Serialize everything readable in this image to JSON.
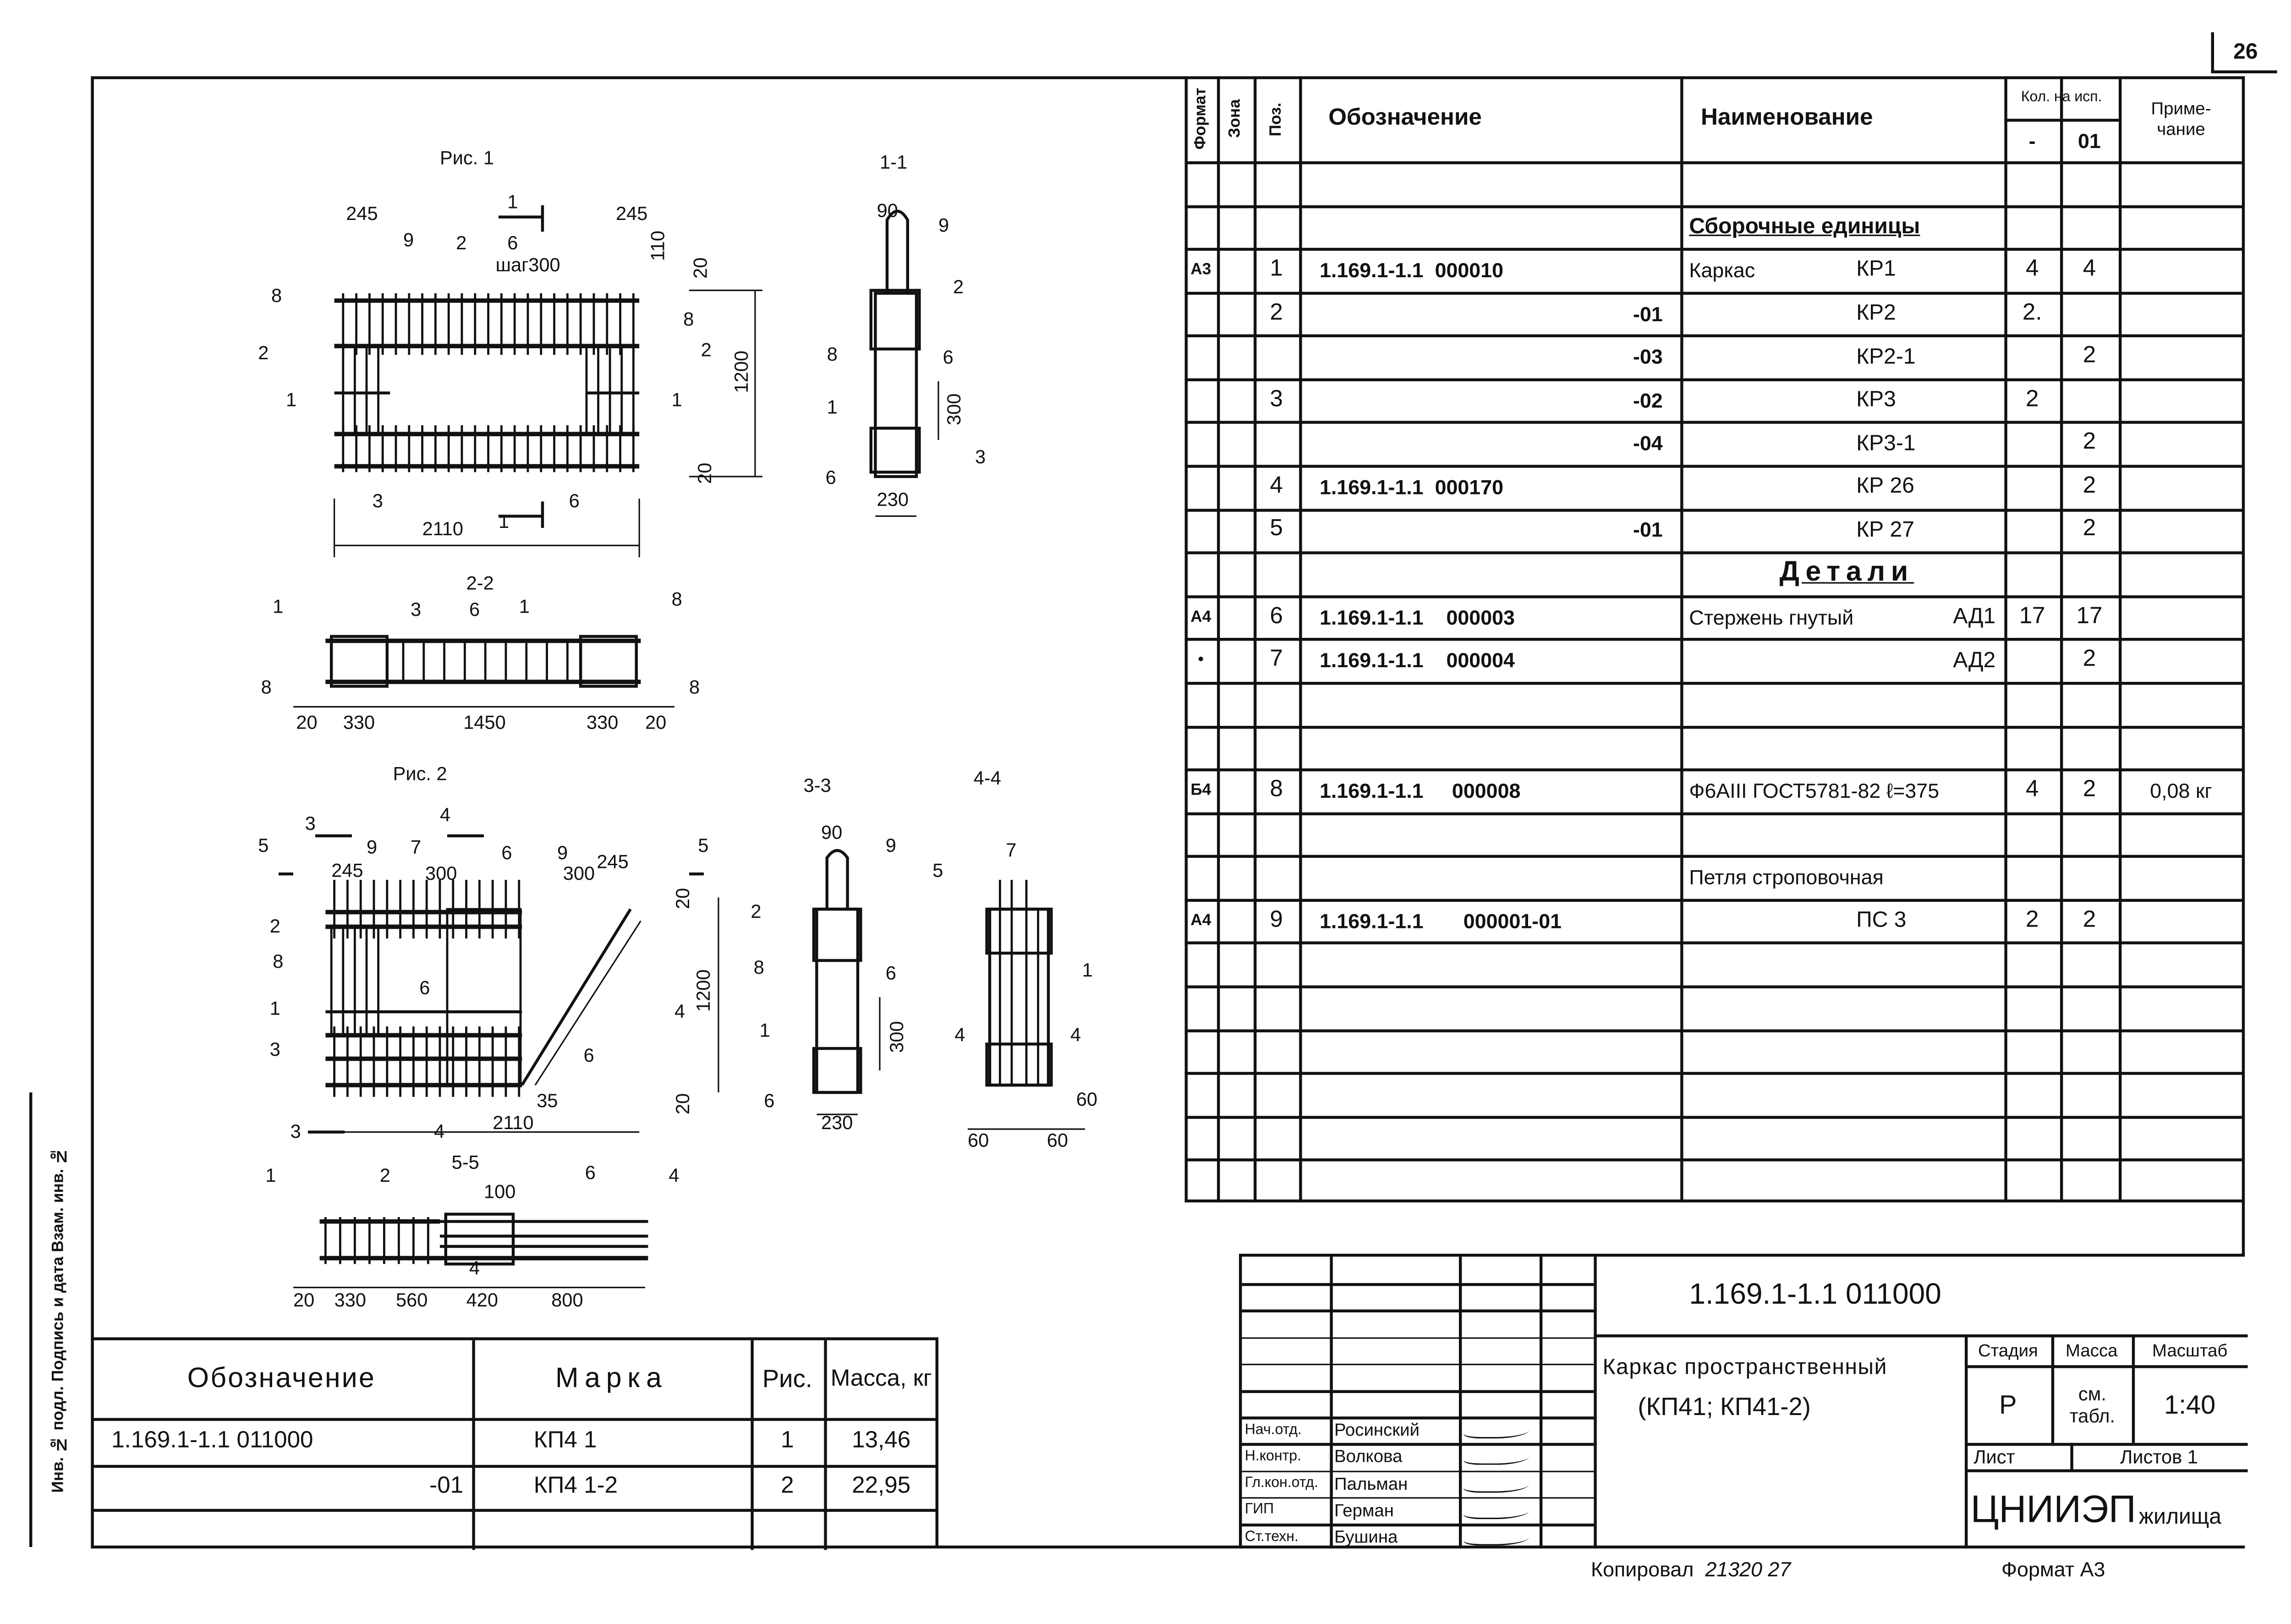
{
  "page_number": "26",
  "side_strip": "Инв. № подл.  Подпись и дата  Взам. инв. №",
  "spec": {
    "headers": {
      "format": "Формат",
      "zone": "Зона",
      "pos": "Поз.",
      "designation": "Обозначение",
      "name": "Наименование",
      "qty": "Кол. на исп.",
      "qty_a": "-",
      "qty_b": "01",
      "note": "Приме-чание"
    },
    "rows": [
      {},
      {
        "heading": "Сборочные единицы"
      },
      {
        "format": "А3",
        "pos": "1",
        "designation": "1.169.1-1.1  000010",
        "name": "Каркас",
        "mark": "КР1",
        "qty_a": "4",
        "qty_b": "4"
      },
      {
        "pos": "2",
        "suffix": "-01",
        "mark": "КР2",
        "qty_a": "2."
      },
      {
        "suffix": "-03",
        "mark": "КР2-1",
        "qty_b": "2"
      },
      {
        "pos": "3",
        "suffix": "-02",
        "mark": "КР3",
        "qty_a": "2"
      },
      {
        "suffix": "-04",
        "mark": "КР3-1",
        "qty_b": "2"
      },
      {
        "pos": "4",
        "designation": "1.169.1-1.1  000170",
        "mark": "КР 26",
        "qty_b": "2"
      },
      {
        "pos": "5",
        "suffix": "-01",
        "mark": "КР 27",
        "qty_b": "2"
      },
      {
        "heading": "Детали",
        "big": true
      },
      {
        "format": "А4",
        "pos": "6",
        "designation": "1.169.1-1.1    000003",
        "name": "Стержень гнутый",
        "mark": "АД1",
        "mark_right": true,
        "qty_a": "17",
        "qty_b": "17"
      },
      {
        "format": "•",
        "pos": "7",
        "designation": "1.169.1-1.1    000004",
        "mark": "АД2",
        "mark_right": true,
        "qty_b": "2"
      },
      {},
      {},
      {
        "format": "Б4",
        "pos": "8",
        "designation": "1.169.1-1.1     000008",
        "name": "Ф6АIII ГОСТ5781-82 ℓ=375",
        "qty_a": "4",
        "qty_b": "2",
        "note": "0,08 кг"
      },
      {},
      {
        "name": "Петля строповочная"
      },
      {
        "format": "А4",
        "pos": "9",
        "designation": "1.169.1-1.1       000001-01",
        "mark": "ПС 3",
        "qty_a": "2",
        "qty_b": "2"
      },
      {},
      {},
      {},
      {},
      {},
      {}
    ]
  },
  "mass_table": {
    "headers": {
      "designation": "Обозначение",
      "mark": "Марка",
      "fig": "Рис.",
      "mass": "Масса, кг"
    },
    "rows": [
      {
        "designation": "1.169.1-1.1 011000",
        "mark": "КП4 1",
        "fig": "1",
        "mass": "13,46"
      },
      {
        "suffix": "-01",
        "mark": "КП4 1-2",
        "fig": "2",
        "mass": "22,95"
      },
      {}
    ]
  },
  "title_block": {
    "code": "1.169.1-1.1  011000",
    "title_line1": "Каркас пространственный",
    "title_line2": "(КП41; КП41-2)",
    "stage_label": "Стадия",
    "mass_label": "Масса",
    "scale_label": "Масштаб",
    "stage": "Р",
    "mass": "см. табл.",
    "scale": "1:40",
    "sheet_label": "Лист",
    "sheets_label": "Листов 1",
    "org_main": "ЦНИИЭП",
    "org_sub": "жилища",
    "signatures": [
      {
        "role": "Нач.отд.",
        "name": "Росинский"
      },
      {
        "role": "Н.контр.",
        "name": "Волкова"
      },
      {
        "role": "Гл.кон.отд.",
        "name": "Пальман"
      },
      {
        "role": "ГИП",
        "name": "Герман"
      },
      {
        "role": "Ст.техн.",
        "name": "Бушина"
      }
    ],
    "copied": "Копировал",
    "copied_no": "21320  27",
    "format": "Формат А3"
  },
  "drawings": {
    "fig1": [
      "Рис. 1",
      "245",
      "9",
      "2",
      "1",
      "6",
      "шаг300",
      "245",
      "110",
      "20",
      "8",
      "2",
      "1",
      "8",
      "2",
      "1",
      "1200",
      "20",
      "3",
      "2110",
      "1",
      "6"
    ],
    "sec11": [
      "1-1",
      "90",
      "9",
      "2",
      "8",
      "6",
      "1",
      "300",
      "3",
      "6",
      "230"
    ],
    "sec22": [
      "2-2",
      "1",
      "3",
      "6",
      "1",
      "8",
      "8",
      "8",
      "20",
      "330",
      "1450",
      "330",
      "20"
    ],
    "fig2": [
      "Рис. 2",
      "3",
      "4",
      "5",
      "9",
      "7",
      "245",
      "300",
      "6",
      "9",
      "300",
      "245",
      "5",
      "20",
      "2",
      "8",
      "6",
      "1",
      "3",
      "4",
      "1200",
      "6",
      "20",
      "35",
      "3",
      "4",
      "2110"
    ],
    "sec33": [
      "3-3",
      "90",
      "9",
      "2",
      "6",
      "8",
      "1",
      "300",
      "6",
      "230"
    ],
    "sec44": [
      "4-4",
      "7",
      "5",
      "1",
      "4",
      "4",
      "60",
      "60",
      "60"
    ],
    "sec55": [
      "5-5",
      "1",
      "2",
      "6",
      "4",
      "100",
      "4",
      "20",
      "330",
      "560",
      "420",
      "800"
    ]
  }
}
